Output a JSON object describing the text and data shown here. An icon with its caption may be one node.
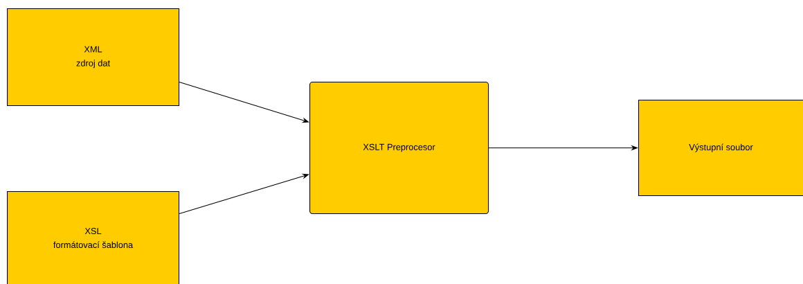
{
  "diagram": {
    "nodes": [
      {
        "text": [
          "XML",
          "zdroj dat"
        ]
      },
      {
        "text": [
          "XSL",
          "formátovací šablona"
        ]
      },
      {
        "text": [
          "XSLT Preprocesor"
        ]
      },
      {
        "text": [
          "Výstupní soubor"
        ]
      }
    ],
    "edges": [
      {
        "from": 0,
        "to": 2,
        "arrow": "to"
      },
      {
        "from": 1,
        "to": 2,
        "arrow": "to"
      },
      {
        "from": 2,
        "to": 3,
        "arrow": "to"
      }
    ]
  }
}
